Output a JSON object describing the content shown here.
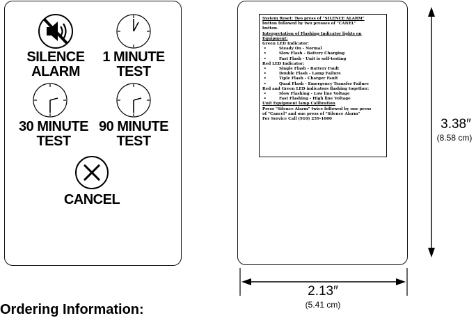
{
  "buttons": [
    {
      "line1": "SILENCE",
      "line2": "ALARM",
      "icon": "speaker-muted-icon"
    },
    {
      "line1": "1 MINUTE",
      "line2": "TEST",
      "icon": "clock-icon"
    },
    {
      "line1": "30 MINUTE",
      "line2": "TEST",
      "icon": "clock-icon"
    },
    {
      "line1": "90 MINUTE",
      "line2": "TEST",
      "icon": "clock-icon"
    },
    {
      "line1": "CANCEL",
      "line2": "",
      "icon": "cancel-x-icon"
    }
  ],
  "label": {
    "lines": [
      {
        "text": "System Reset: Two press of \"SILENCE ALARM\"",
        "style": "u-lead"
      },
      {
        "text": "button followed by two presses of \"CANEL\"",
        "style": "plain"
      },
      {
        "text": "button.",
        "style": "plain"
      },
      {
        "text": "Interpretation of Flashing Indicator lights on",
        "style": "u"
      },
      {
        "text": "Equipment:",
        "style": "u"
      },
      {
        "text": "Green LED Indicator:",
        "style": "plain"
      },
      {
        "text": "Steady On - Normal",
        "style": "bullet"
      },
      {
        "text": "Slow Flash - Battery Charging",
        "style": "bullet"
      },
      {
        "text": "Fast Flash - Unit is self-testing",
        "style": "bullet"
      },
      {
        "text": "Red LED Indicator:",
        "style": "plain"
      },
      {
        "text": "Single Flash - Battery Fault",
        "style": "bullet"
      },
      {
        "text": "Double Flash - Lamp Failure",
        "style": "bullet"
      },
      {
        "text": "Tiple Flash - Charger Fault",
        "style": "bullet"
      },
      {
        "text": "Quad Flash - Emergency Transfer Failure",
        "style": "bullet"
      },
      {
        "text": "Red and Green LED indicators flashing together:",
        "style": "plain"
      },
      {
        "text": "Slow Flashing - Low line Voltage",
        "style": "bullet"
      },
      {
        "text": "Fast Flashing - High line Voltage",
        "style": "bullet"
      },
      {
        "text": "Unit Equipment lamp Calibration",
        "style": "u"
      },
      {
        "text": "Press \"Silence Alarm\" twice followed by one press",
        "style": "plain"
      },
      {
        "text": "of \"Cancel\" and one press of \"Silence Alarm\"",
        "style": "plain"
      },
      {
        "text": "For Service Call (910) 259-1000",
        "style": "plain"
      }
    ]
  },
  "dimensions": {
    "height_in": "3.38″",
    "height_cm": "(8.58 cm)",
    "width_in": "2.13″",
    "width_cm": "(5.41 cm)"
  },
  "ordering_heading": "Ordering Information:"
}
